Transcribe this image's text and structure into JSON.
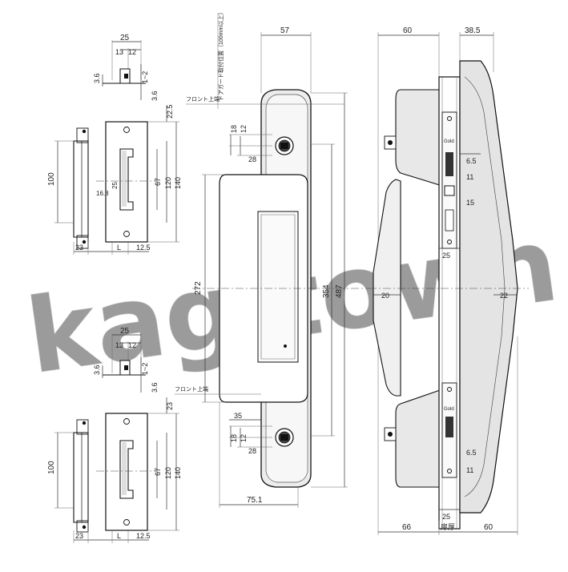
{
  "watermark": "kagitown",
  "labels": {
    "front_upper_1": "フロント上端",
    "front_upper_2": "フロント上端",
    "handle_note": "ドアガード取付位置（100mm以上）",
    "door_thickness": "扉厚",
    "brand_1": "Gold",
    "brand_2": "Gold"
  },
  "strike_top": {
    "w25": "25",
    "w13": "13",
    "w12": "12",
    "h36a": "3.6",
    "h1_2": "1~2",
    "h36b": "3.6",
    "h225": "22.5",
    "h100": "100",
    "h168": "16.8",
    "h25": "25",
    "h67": "67",
    "h120": "120",
    "h140": "140",
    "b23": "23",
    "bL": "L",
    "b125": "12.5"
  },
  "strike_bottom": {
    "w25": "25",
    "w13": "13",
    "w12": "12",
    "h36a": "3.6",
    "h1_2": "1~2",
    "h36b": "3.6",
    "h23": "23",
    "h100": "100",
    "h67": "67",
    "h120": "120",
    "h140": "140",
    "b23": "23",
    "bL": "L",
    "b125": "12.5"
  },
  "front_view": {
    "w57": "57",
    "d18a": "18",
    "d12a": "12",
    "d28a": "28",
    "h272": "272",
    "h354": "354",
    "h487": "487",
    "d35": "35",
    "d18b": "18",
    "d12b": "12",
    "d28b": "28",
    "w751": "75.1"
  },
  "side_view": {
    "w60top": "60",
    "w385": "38.5",
    "d65a": "6.5",
    "d11a": "11",
    "d15": "15",
    "d25a": "25",
    "d20": "20",
    "d22": "22",
    "d65b": "6.5",
    "d11b": "11",
    "d25b": "25",
    "b66": "66",
    "b60": "60"
  }
}
